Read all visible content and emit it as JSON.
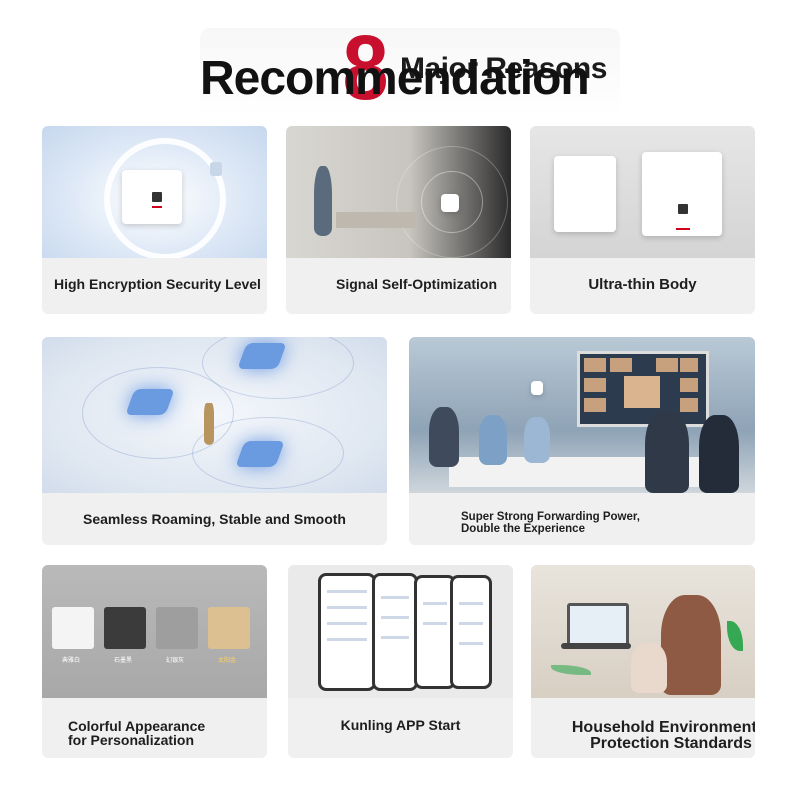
{
  "header": {
    "number": "8",
    "overlay_text": "Major Reasons",
    "title": "Recommendation"
  },
  "colors": {
    "accent": "#c8102e",
    "card_bg": "#f0f0f0",
    "text": "#1e1e1e"
  },
  "cards": [
    {
      "caption": "High Encryption Security Level",
      "illustration": "shield-device-icon"
    },
    {
      "caption": "Signal Self-Optimization",
      "illustration": "signal-room-image"
    },
    {
      "caption": "Ultra-thin Body",
      "illustration": "wall-panel-image"
    },
    {
      "caption": "Seamless Roaming, Stable and Smooth",
      "illustration": "roaming-nodes-image"
    },
    {
      "caption": "Super Strong Forwarding Power,\n Double the Experience",
      "illustration": "meeting-room-image"
    },
    {
      "caption": "Colorful Appearance\n for Personalization",
      "illustration": "color-variants-image",
      "swatches": [
        "典雅白",
        "石墨黑",
        "幻银灰",
        "太阳金"
      ]
    },
    {
      "caption": "Kunling APP Start",
      "illustration": "app-screens-image"
    },
    {
      "caption": "Household Environmental\nProtection Standards",
      "illustration": "family-home-image"
    }
  ]
}
